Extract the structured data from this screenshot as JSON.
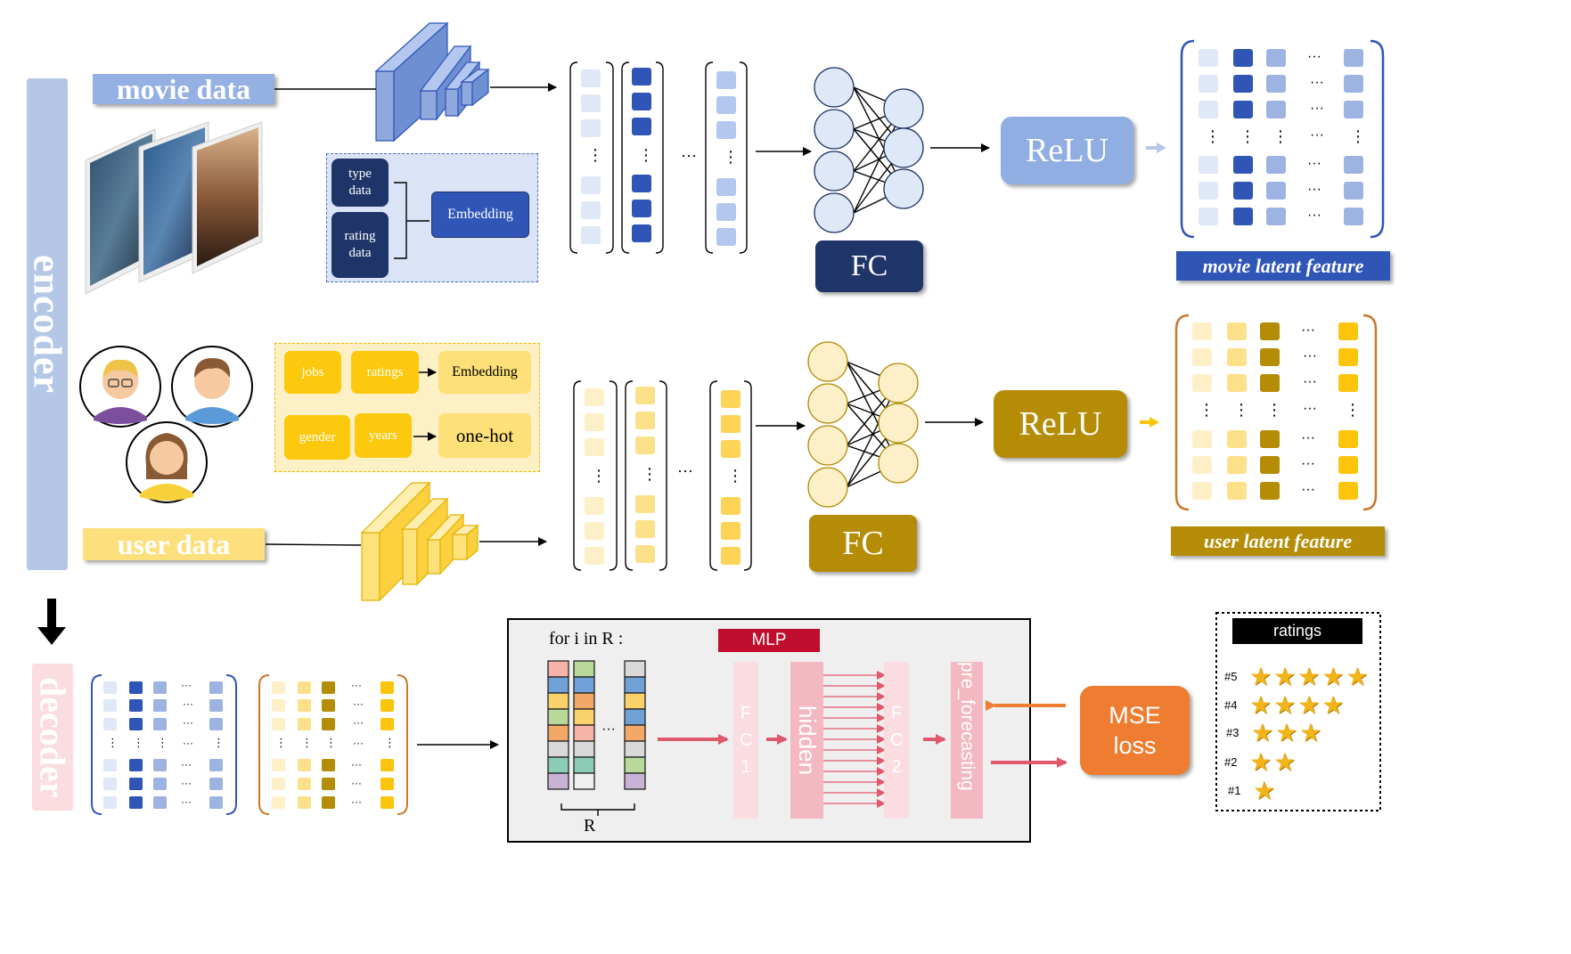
{
  "encoder": {
    "label": "encoder"
  },
  "decoder": {
    "label": "decoder"
  },
  "movie": {
    "data_label": "movie data",
    "type_data": "type data",
    "rating_data": "rating data",
    "embedding": "Embedding",
    "fc": "FC",
    "relu": "ReLU",
    "latent": "movie latent feature"
  },
  "user": {
    "data_label": "user data",
    "jobs": "jobs",
    "ratings": "ratings",
    "embedding": "Embedding",
    "gender": "gender",
    "years": "years",
    "one_hot": "one-hot",
    "fc": "FC",
    "relu": "ReLU",
    "latent": "user latent feature"
  },
  "mlp": {
    "loop": "for i in R :",
    "title": "MLP",
    "fc1": "FC1",
    "hidden": "hidden",
    "fc2": "FC2",
    "pre": "pre_forecasting",
    "r_label": "R"
  },
  "loss": {
    "label": "MSE loss"
  },
  "ratings_box": {
    "title": "ratings",
    "rows": [
      {
        "label": "#5",
        "stars": 5
      },
      {
        "label": "#4",
        "stars": 4
      },
      {
        "label": "#3",
        "stars": 3
      },
      {
        "label": "#2",
        "stars": 2
      },
      {
        "label": "#1",
        "stars": 1
      }
    ]
  },
  "dots": {
    "h": "···",
    "v": "⋮"
  },
  "colors": {
    "blue_light": "#dfe8f6",
    "blue_mid": "#9db3e2",
    "blue_dark": "#2f55b7",
    "blue_navy": "#1f3468",
    "yellow_light": "#fdf0c8",
    "yellow_mid": "#fde08a",
    "yellow_bright": "#fcc40b",
    "yellow_dark": "#b58c05",
    "pink": "#f6c7cc",
    "pink_dark": "#e0586b",
    "orange": "#ee7d31",
    "red": "#c00d2d"
  }
}
